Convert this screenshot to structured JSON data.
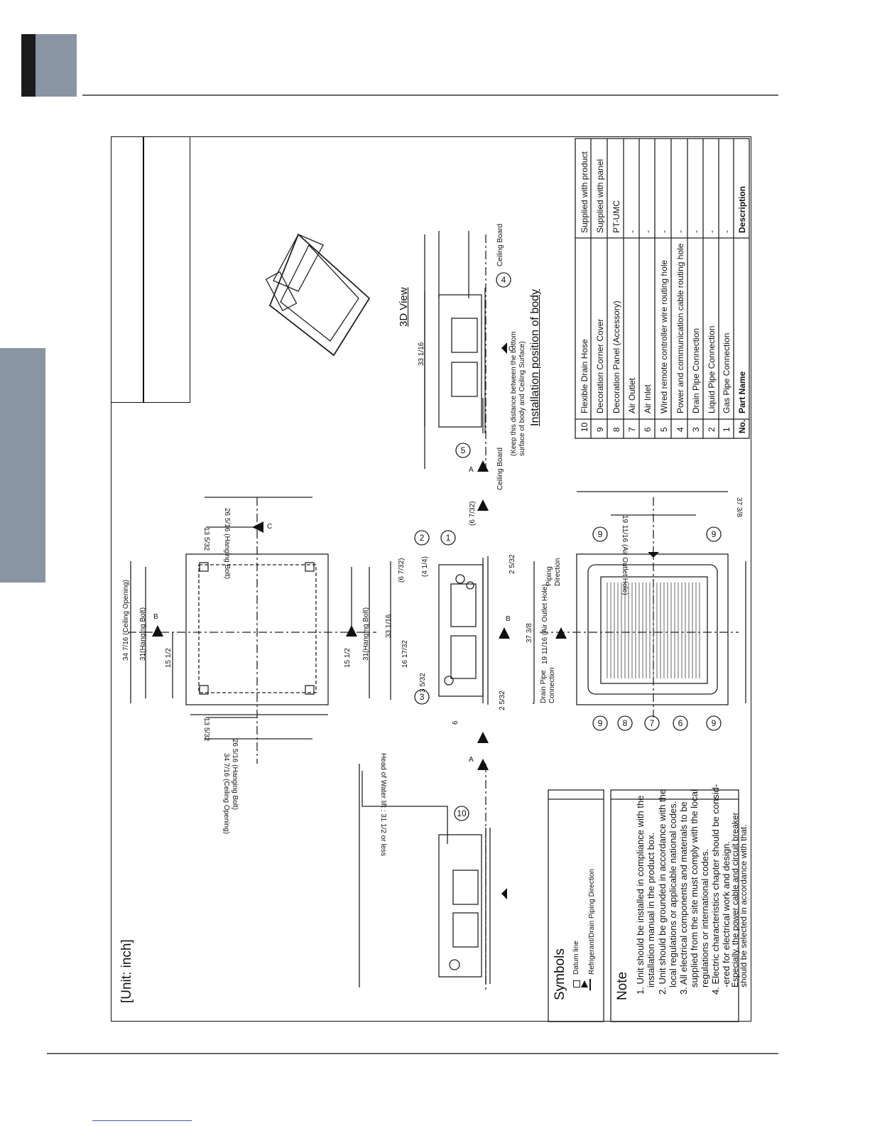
{
  "unit_label": "[Unit: inch]",
  "symbols": {
    "heading": "Symbols",
    "datum": "Datum line",
    "arrow": "Refrigerant/Drain Piping Direction"
  },
  "note": {
    "heading": "Note",
    "lines": [
      "1. Unit should be installed in compliance with the",
      "installation manual in the product box.",
      "2. Unit should be grounded in accordance with the",
      "local regulations or applicable national codes.",
      "3. All electrical components and materials to be",
      "supplied from the site must comply with the local",
      "regulations or international codes.",
      "4. Electric characteristics chapter should be consid-",
      "-ered for electrical work and design.",
      "Especially, the power cable and circuit breaker",
      "should be selected in accordance with that."
    ]
  },
  "parts": {
    "headers": {
      "no": "No.",
      "name": "Part Name",
      "desc": "Description"
    },
    "rows": [
      {
        "no": "10",
        "name": "Flexible Drain Hose",
        "desc": "Supplied with product"
      },
      {
        "no": "9",
        "name": "Decoration Corner Cover",
        "desc": "Supplied with panel"
      },
      {
        "no": "8",
        "name": "Decoration Panel (Accessory)",
        "desc": "PT-UMC"
      },
      {
        "no": "7",
        "name": "Air Outlet",
        "desc": "-"
      },
      {
        "no": "6",
        "name": "Air Inlet",
        "desc": "-"
      },
      {
        "no": "5",
        "name": "Wired remote controller wire routing hole",
        "desc": "-"
      },
      {
        "no": "4",
        "name": "Power and communication cable routing hole",
        "desc": "-"
      },
      {
        "no": "3",
        "name": "Drain Pipe Connection",
        "desc": "-"
      },
      {
        "no": "2",
        "name": "Liquid Pipe Connection",
        "desc": "-"
      },
      {
        "no": "1",
        "name": "Gas Pipe Connection",
        "desc": "-"
      }
    ]
  },
  "labels": {
    "view_3d": "3D View",
    "install_pos": "Installation position of body",
    "keep_note_1": "(Keep this distance between the bottom",
    "keep_note_2": "surface of body and Ceiling Surface)",
    "ceiling_board_1": "Ceiling Board",
    "ceiling_board_2": "Ceiling Board",
    "ceiling_opening_top": "34 7/16 (Ceiling Opening)",
    "ceiling_opening_bottom": "34 7/16 (Ceiling Opening)",
    "hanging_bolt_top": "31(Hanging Bolt)",
    "hanging_bolt_bottom": "31(Hanging Bolt)",
    "hanging_bolt_left": "26 5/16 (Hanging Bolt)",
    "hanging_bolt_right": "26 5/16 (Hanging Bolt)",
    "half_top": "15 1/2",
    "half_bottom": "15 1/2",
    "dim_13_left": "13 5/32",
    "dim_13_right": "13 5/32",
    "water_lift": "Head of Water lift : 31 1/2 or less",
    "body_33_front": "33 1/16",
    "body_33_side": "33 1/16",
    "body_16": "16 17/32",
    "panel_37_w": "37 3/8",
    "panel_37_h": "37 3/8",
    "outlet_hole_1": "19 11/16 (Air Outlet Hole)",
    "outlet_hole_2": "19 11/16 (Air Outlet Hole)",
    "drain_pipe_conn": "Drain Pipe",
    "drain_pipe_conn_2": "Connection",
    "piping_dir": "Piping",
    "piping_dir_2": "Direction",
    "dim_2_a": "2 5/32",
    "dim_2_b": "2 5/32",
    "dim_3": "3 5/32",
    "dim_6": "6",
    "dim_6_b": "(6 7/32)",
    "dim_4": "(4 1/4)",
    "dim_6_c": "(6 7/32)",
    "datum_a": "A",
    "datum_b": "B",
    "datum_c": "C"
  }
}
